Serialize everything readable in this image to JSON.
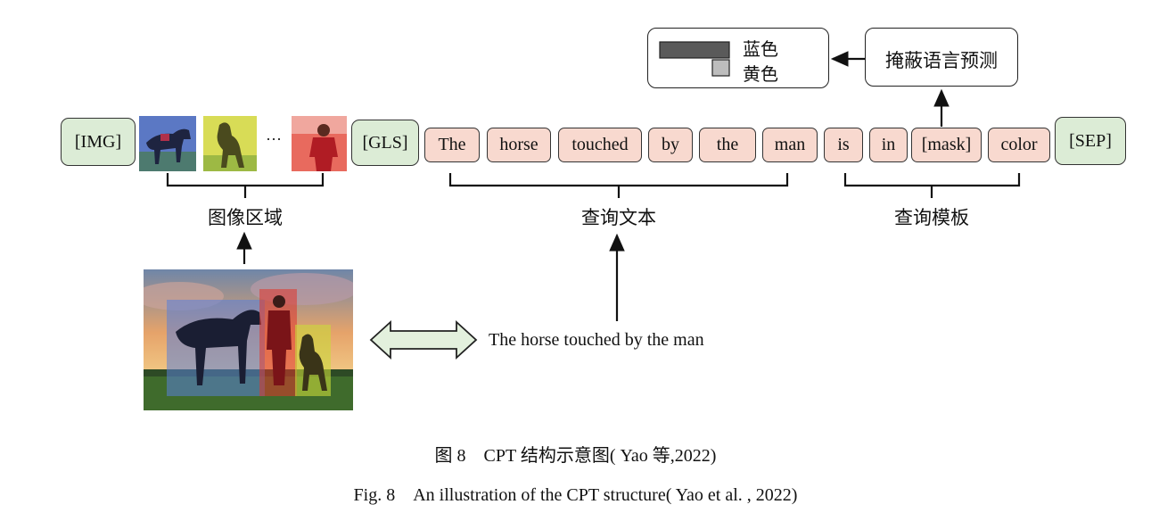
{
  "tokens": [
    {
      "text": "[IMG]",
      "kind": "special"
    },
    {
      "text": "[GLS]",
      "kind": "special"
    },
    {
      "text": "The",
      "kind": "word"
    },
    {
      "text": "horse",
      "kind": "word"
    },
    {
      "text": "touched",
      "kind": "word"
    },
    {
      "text": "by",
      "kind": "word"
    },
    {
      "text": "the",
      "kind": "word"
    },
    {
      "text": "man",
      "kind": "word"
    },
    {
      "text": "is",
      "kind": "word"
    },
    {
      "text": "in",
      "kind": "word"
    },
    {
      "text": "[mask]",
      "kind": "word"
    },
    {
      "text": "color",
      "kind": "word"
    },
    {
      "text": "[SEP]",
      "kind": "special"
    }
  ],
  "ellipsis": "···",
  "group_labels": {
    "image_regions": "图像区域",
    "query_text": "查询文本",
    "query_template": "查询模板"
  },
  "prediction": {
    "mlm_label": "掩蔽语言预测",
    "blue": "蓝色",
    "yellow": "黄色"
  },
  "sentence": "The horse touched by the man",
  "caption": {
    "zh": "图 8　CPT 结构示意图( Yao 等,2022)",
    "en": "Fig. 8　An illustration of the CPT structure( Yao et al. , 2022)"
  },
  "colors": {
    "special_fill": "#dcecd6",
    "word_fill": "#f8d9cf",
    "region_blue": "#5a7fd8",
    "region_red": "#e0352b",
    "region_yellow": "#c9d83a"
  }
}
